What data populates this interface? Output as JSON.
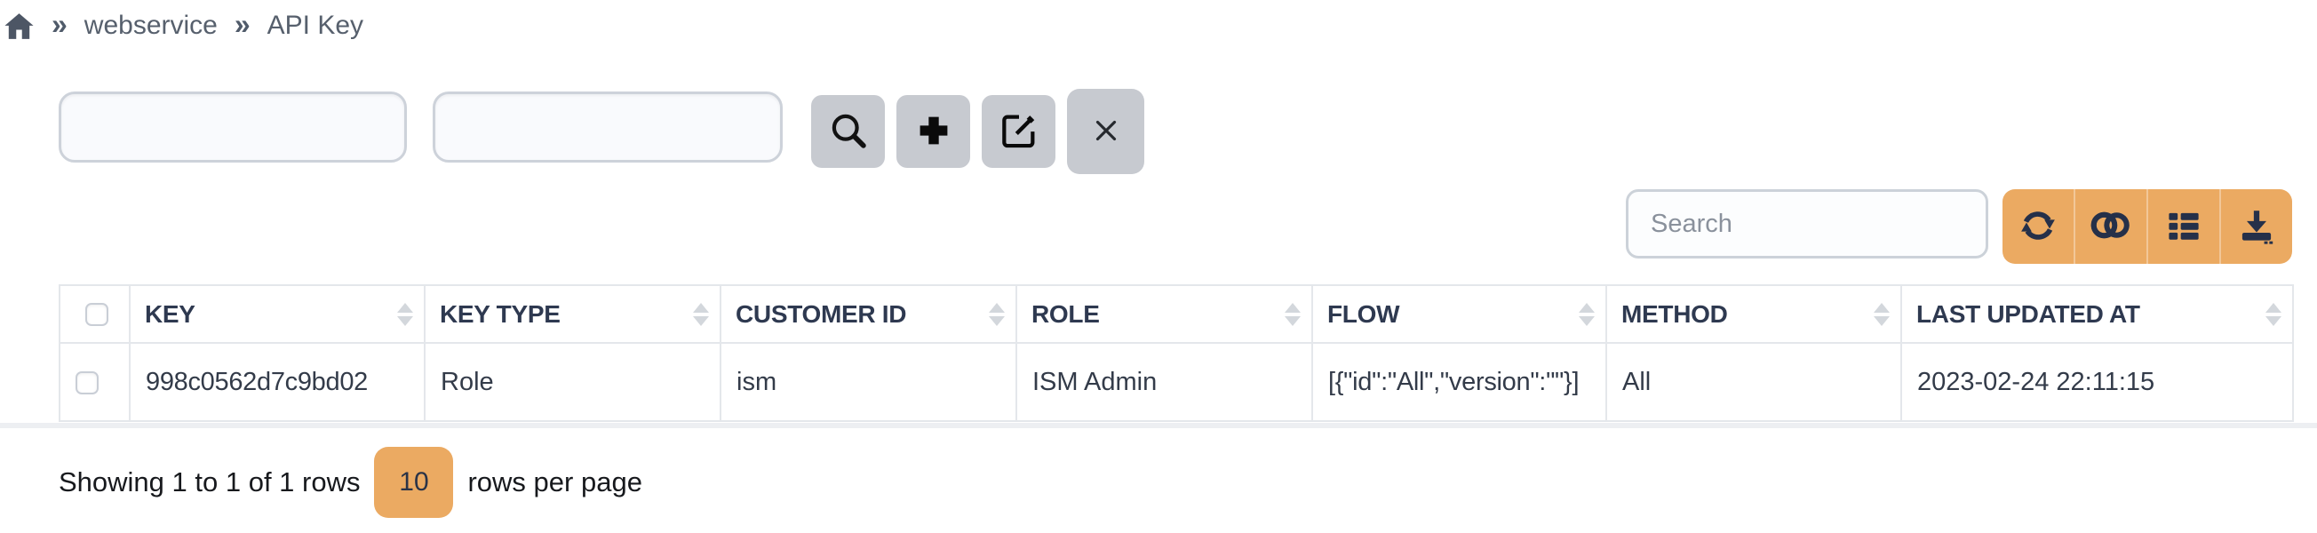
{
  "breadcrumb": {
    "separator": "»",
    "items": [
      "webservice",
      "API Key"
    ]
  },
  "filter_bar": {
    "input1": {
      "value": "",
      "placeholder": ""
    },
    "input2": {
      "value": "",
      "placeholder": ""
    },
    "button_icons": [
      "search-icon",
      "plus-icon",
      "edit-icon",
      "close-icon"
    ]
  },
  "table_toolbar": {
    "search_placeholder": "Search",
    "button_icons": [
      "refresh-icon",
      "toggle-icon",
      "columns-icon",
      "download-icon"
    ]
  },
  "table": {
    "columns": [
      "KEY",
      "KEY TYPE",
      "CUSTOMER ID",
      "ROLE",
      "FLOW",
      "METHOD",
      "LAST UPDATED AT"
    ],
    "rows": [
      {
        "key": "998c0562d7c9bd02",
        "key_type": "Role",
        "customer_id": "ism",
        "role": "ISM Admin",
        "flow": "[{\"id\":\"All\",\"version\":\"\"}]",
        "method": "All",
        "last_updated_at": "2023-02-24 22:11:15"
      }
    ]
  },
  "pagination": {
    "showing_text": "Showing 1 to 1 of 1 rows",
    "page_size": "10",
    "rows_per_page_text": "rows per page"
  },
  "colors": {
    "accent_orange": "#ebaa62",
    "icon_navy": "#253049",
    "button_gray": "#c7cad0",
    "breadcrumb_slate": "#57606d"
  }
}
